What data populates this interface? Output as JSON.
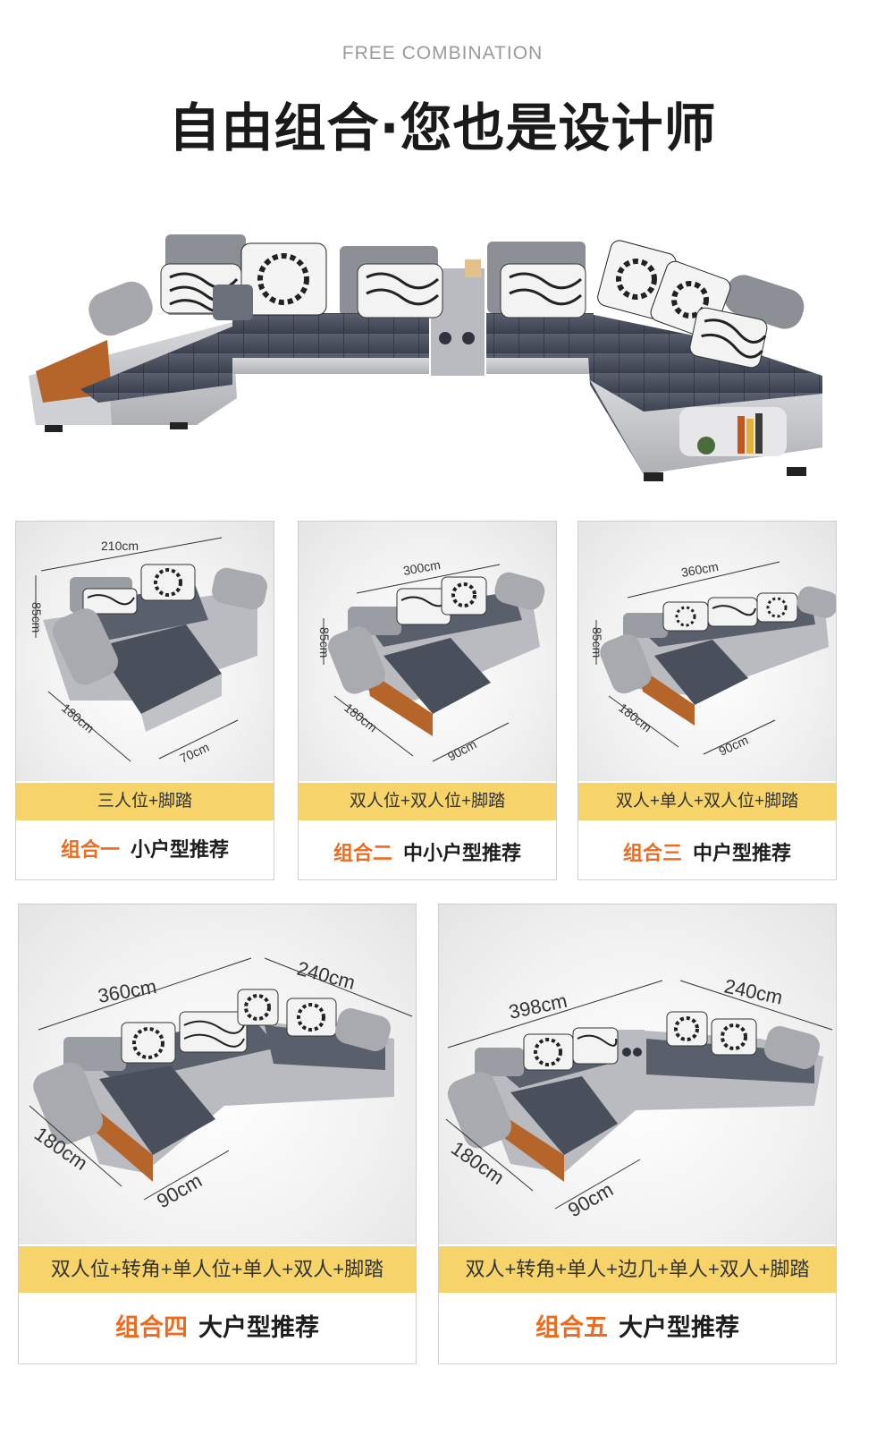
{
  "header": {
    "subtitle": "FREE COMBINATION",
    "title": "自由组合·您也是设计师"
  },
  "combos": [
    {
      "dims": [
        "210cm",
        "85cm",
        "180cm",
        "70cm"
      ],
      "pieces": "三人位+脚踏",
      "label_num": "组合一",
      "label_text": "小户型推荐"
    },
    {
      "dims": [
        "300cm",
        "85cm",
        "180cm",
        "90cm"
      ],
      "pieces": "双人位+双人位+脚踏",
      "label_num": "组合二",
      "label_text": "中小户型推荐"
    },
    {
      "dims": [
        "360cm",
        "85cm",
        "180cm",
        "90cm"
      ],
      "pieces": "双人+单人+双人位+脚踏",
      "label_num": "组合三",
      "label_text": "中户型推荐"
    },
    {
      "dims": [
        "360cm",
        "240cm",
        "180cm",
        "90cm"
      ],
      "pieces": "双人位+转角+单人位+单人+双人+脚踏",
      "label_num": "组合四",
      "label_text": "大户型推荐"
    },
    {
      "dims": [
        "398cm",
        "240cm",
        "180cm",
        "90cm"
      ],
      "pieces": "双人+转角+单人+边几+单人+双人+脚踏",
      "label_num": "组合五",
      "label_text": "大户型推荐"
    }
  ],
  "colors": {
    "band": "#f7d46a",
    "accent": "#ec6b1e",
    "fabric": "#4a4f5c",
    "frame": "#c9cbcf",
    "wood": "#b5652a"
  }
}
